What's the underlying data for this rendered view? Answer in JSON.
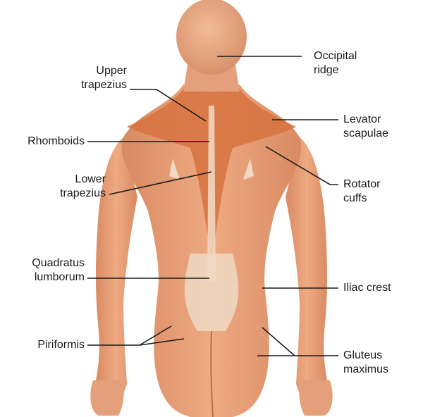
{
  "diagram": {
    "colors": {
      "skin": "#e8a27c",
      "muscle": "#d9764a",
      "tendon": "#f2e0cf",
      "leader_line": "#1a1a1a"
    },
    "labels": {
      "occipital_ridge": {
        "line1": "Occipital",
        "line2": "ridge"
      },
      "upper_trapezius": {
        "line1": "Upper",
        "line2": "trapezius"
      },
      "levator_scapulae": {
        "line1": "Levator",
        "line2": "scapulae"
      },
      "rhomboids": {
        "line1": "Rhomboids"
      },
      "rotator_cuffs": {
        "line1": "Rotator",
        "line2": "cuffs"
      },
      "lower_trapezius": {
        "line1": "Lower",
        "line2": "trapezius"
      },
      "quadratus_lumborum": {
        "line1": "Quadratus",
        "line2": "lumborum"
      },
      "iliac_crest": {
        "line1": "Iliac crest"
      },
      "piriformis": {
        "line1": "Piriformis"
      },
      "gluteus_maximus": {
        "line1": "Gluteus",
        "line2": "maximus"
      }
    }
  }
}
